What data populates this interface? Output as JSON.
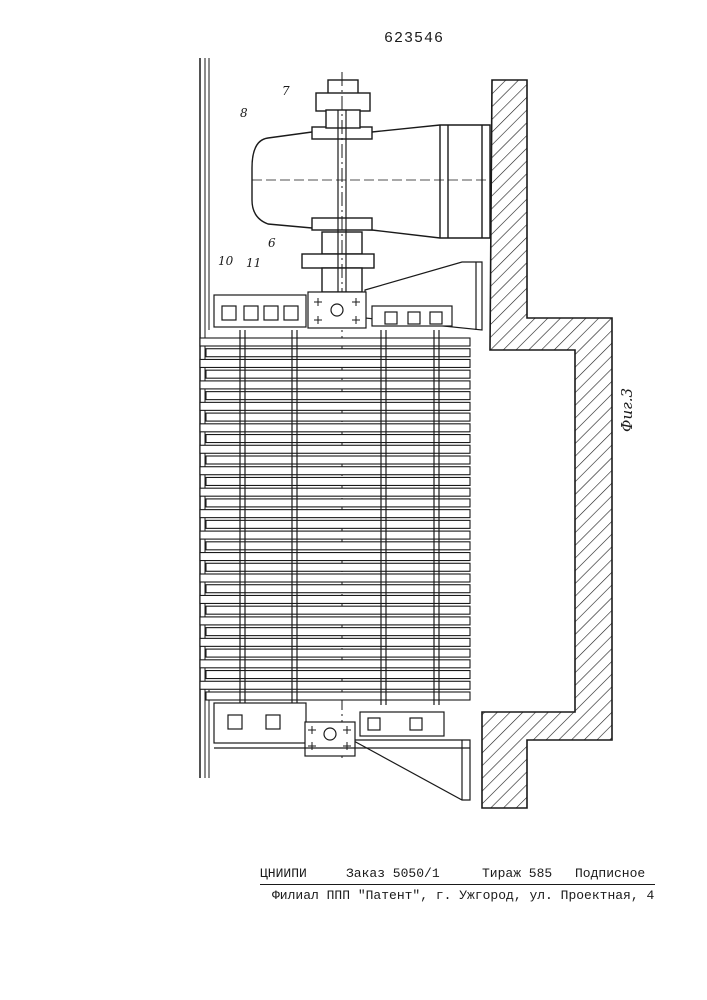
{
  "header": {
    "patent_number": "623546"
  },
  "figure": {
    "label": "Фиг.3",
    "callouts": {
      "c6": "6",
      "c7": "7",
      "c8": "8",
      "c10": "10",
      "c11": "11"
    },
    "grate_bar_count": 34
  },
  "imprint": {
    "org": "ЦНИИПИ",
    "order": "Заказ 5050/1",
    "circulation": "Тираж 585",
    "subscription": "Подписное",
    "branch": "Филиал ППП \"Патент\", г. Ужгород, ул. Проектная, 4"
  }
}
